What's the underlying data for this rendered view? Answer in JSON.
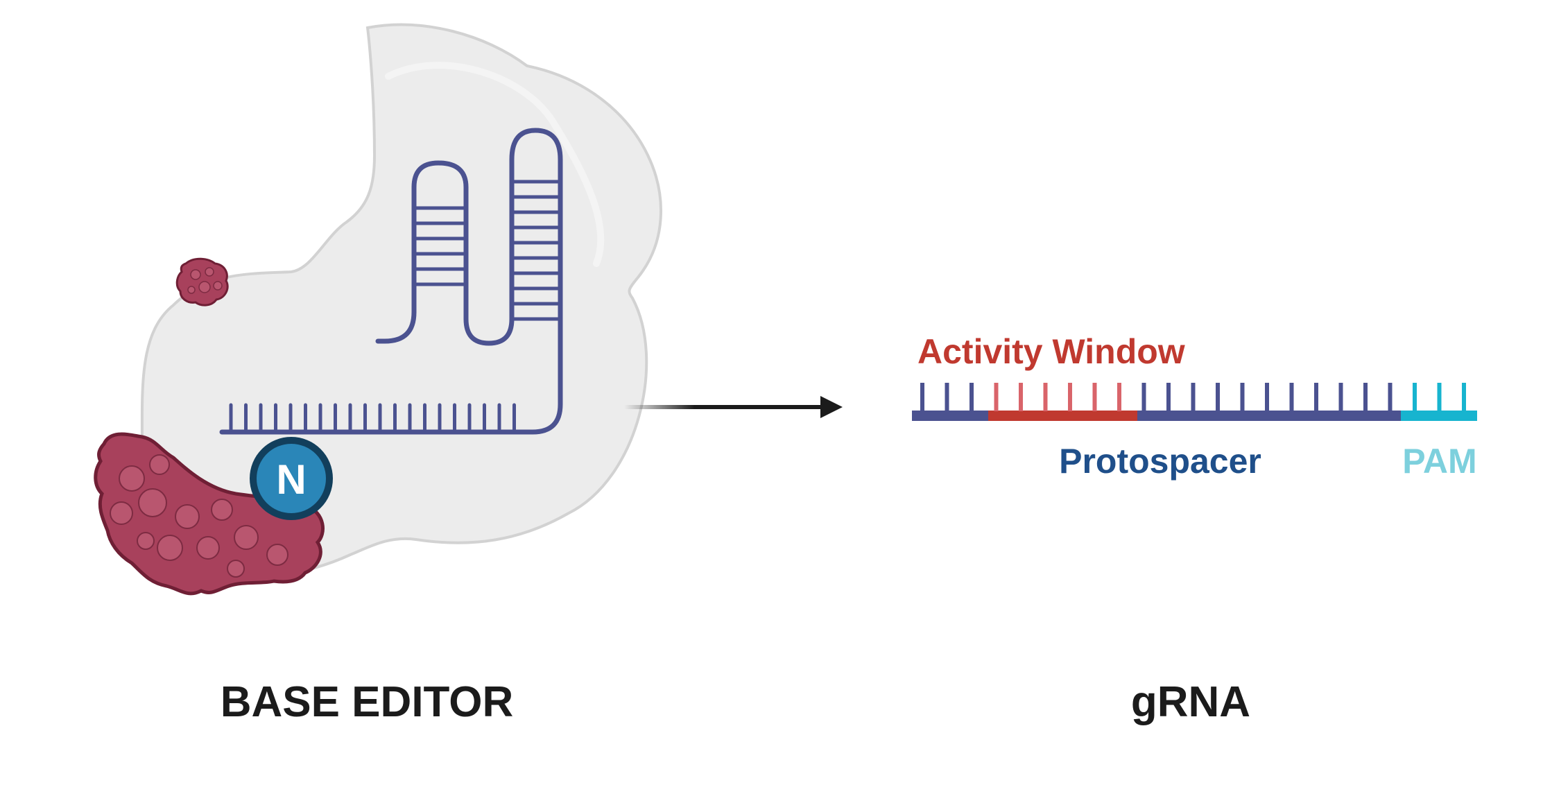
{
  "base_editor": {
    "label": "BASE EDITOR",
    "nickase_badge": "N"
  },
  "grna": {
    "label": "gRNA",
    "activity_window_label": "Activity Window",
    "protospacer_label": "Protospacer",
    "pam_label": "PAM"
  },
  "colors": {
    "body_fill": "#ececec",
    "body_stroke": "#d2d2d2",
    "rna_strand": "#4b5290",
    "deaminase_fill": "#a8415c",
    "deaminase_stroke": "#6f1f35",
    "nickase_fill": "#2a86b8",
    "nickase_stroke": "#123f5c",
    "activity_window": "#c0392f",
    "activity_ticks": "#d9646a",
    "protospacer": "#1f4f8a",
    "pam": "#17b4cf",
    "pam_text": "#7dd0dd",
    "arrow": "#1b1b1b",
    "heading_text": "#1b1b1b"
  },
  "icons": {
    "deaminase_large": "deaminase-protein-icon",
    "deaminase_small": "small-protein-blob-icon",
    "nickase": "nickase-badge-icon",
    "sgRNA": "sgrna-hairpin-icon",
    "arrow": "right-arrow-icon"
  }
}
